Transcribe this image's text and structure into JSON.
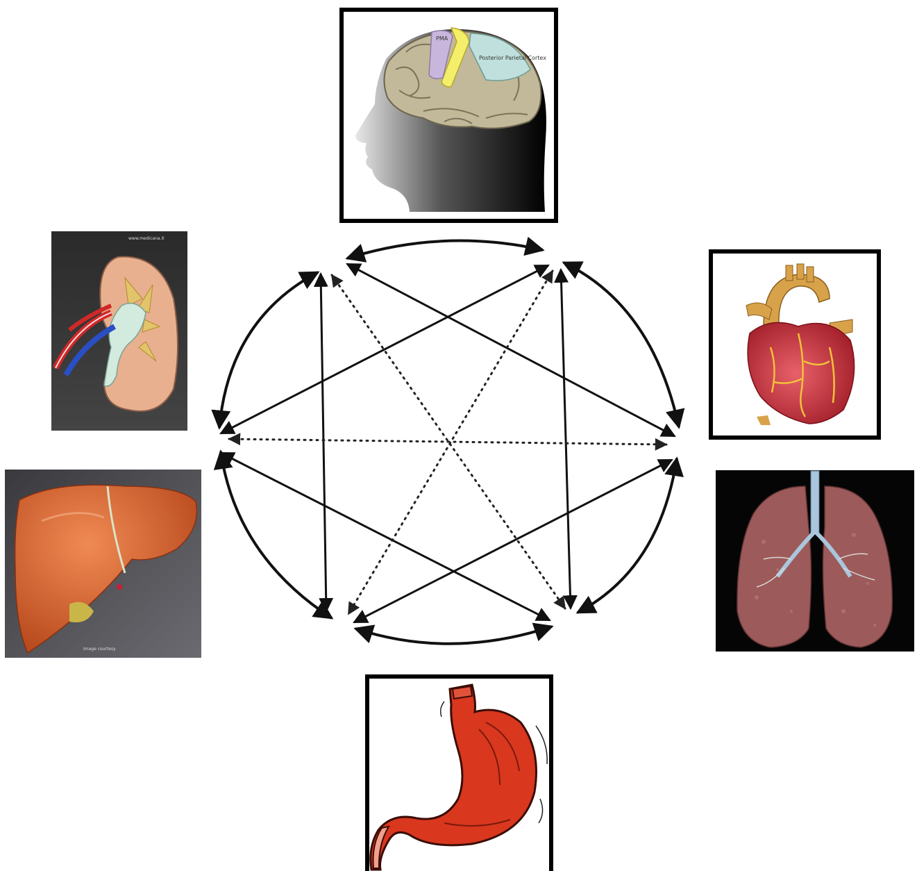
{
  "diagram": {
    "center_organ": "",
    "organs": [
      {
        "id": "brain",
        "name": "brain-icon"
      },
      {
        "id": "heart",
        "name": "heart-icon"
      },
      {
        "id": "lungs",
        "name": "lungs-icon"
      },
      {
        "id": "stomach",
        "name": "stomach-icon"
      },
      {
        "id": "liver",
        "name": "liver-icon"
      },
      {
        "id": "kidney",
        "name": "kidney-icon"
      }
    ],
    "brain_labels": [
      "PMA",
      "Posterior Parietal Cortex"
    ],
    "kidney_watermark": "www.medicana.it",
    "liver_watermark": "Image courtesy",
    "connections": {
      "solid_arrows": "every node linked to neighbours and alternate nodes with double-headed arrows",
      "dotted_lines": "opposite nodes linked with dotted arrows"
    },
    "colors": {
      "arrow": "#111111",
      "frame": "#000000",
      "background": "#ffffff"
    }
  }
}
